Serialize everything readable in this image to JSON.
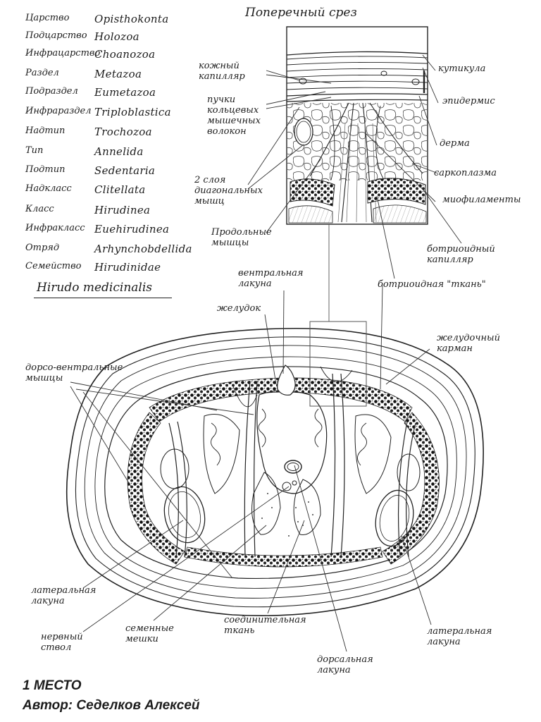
{
  "section_title": "Поперечный срез",
  "taxonomy": [
    {
      "rank": "Царство",
      "name": "Opisthokonta"
    },
    {
      "rank": "Подцарство",
      "name": "Holozoa"
    },
    {
      "rank": "Инфрацарство",
      "name": "Choanozoa"
    },
    {
      "rank": "Раздел",
      "name": "Metazoa"
    },
    {
      "rank": "Подраздел",
      "name": "Eumetazoa"
    },
    {
      "rank": "Инфрараздел",
      "name": "Triploblastica"
    },
    {
      "rank": "Надтип",
      "name": "Trochozoa"
    },
    {
      "rank": "Тип",
      "name": "Annelida"
    },
    {
      "rank": "Подтип",
      "name": "Sedentaria"
    },
    {
      "rank": "Надкласс",
      "name": "Clitellata"
    },
    {
      "rank": "Класс",
      "name": "Hirudinea"
    },
    {
      "rank": "Инфракласс",
      "name": "Euehirudinea"
    },
    {
      "rank": "Отряд",
      "name": "Arhynchobdellida"
    },
    {
      "rank": "Семейство",
      "name": "Hirudinidae"
    }
  ],
  "species": "Hirudo medicinalis",
  "detail_labels": {
    "skin_capillary": [
      "кожный",
      "капилляр"
    ],
    "circular_muscle_bundles": [
      "пучки",
      "кольцевых",
      "мышечных",
      "волокон"
    ],
    "diagonal_muscles": [
      "2 слоя",
      "диагональных",
      "мышц"
    ],
    "longitudinal_muscles": [
      "Продольные",
      "мышцы"
    ],
    "cuticle": [
      "кутикула"
    ],
    "epidermis": [
      "эпидермис"
    ],
    "dermis": [
      "дерма"
    ],
    "sarcoplasm": [
      "саркоплазма"
    ],
    "myofilaments": [
      "миофиламенты"
    ],
    "botryoidal_capillary": [
      "ботриоидный",
      "капилляр"
    ],
    "botryoidal_tissue": [
      "ботриоидная \"ткань\""
    ]
  },
  "section_labels": {
    "ventral_lacuna": [
      "вентральная",
      "лакуна"
    ],
    "stomach": [
      "желудок"
    ],
    "gastric_pocket": [
      "желудочный",
      "карман"
    ],
    "dorsoventral_muscles": [
      "дорсо-вентральные",
      "мышцы"
    ],
    "lateral_lacuna_left": [
      "латеральная",
      "лакуна"
    ],
    "nerve_cord": [
      "нервный",
      "ствол"
    ],
    "seminal_sacs": [
      "семенные",
      "мешки"
    ],
    "connective_tissue": [
      "соединительная",
      "ткань"
    ],
    "dorsal_lacuna": [
      "дорсальная",
      "лакуна"
    ],
    "lateral_lacuna_right": [
      "латеральная",
      "лакуна"
    ]
  },
  "footer": {
    "place": "1 МЕСТО",
    "author": "Автор: Седелков Алексей"
  }
}
